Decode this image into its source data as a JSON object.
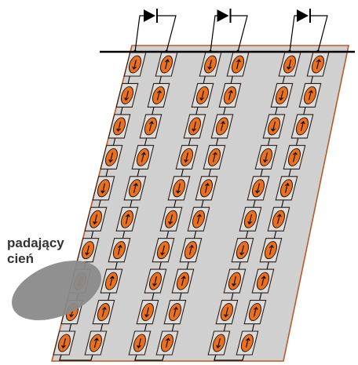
{
  "shadow_label": {
    "line1": "padający",
    "line2": "cień"
  },
  "panel": {
    "columns": 6,
    "cells_per_column": 10,
    "bypass_diodes": 3,
    "cell_arrow_direction": [
      "down",
      "up",
      "down",
      "up",
      "down",
      "up"
    ]
  },
  "colors": {
    "panel_fill": "#d0d0d0",
    "panel_border": "#b85a2a",
    "cell_fill": "#e8701f",
    "cell_stroke": "#2b1a10",
    "wire": "#000000",
    "shadow": "#8a8a8a"
  },
  "icons": {
    "bypass_diode": "diode-icon",
    "cell_marker": "arrow-icon"
  }
}
